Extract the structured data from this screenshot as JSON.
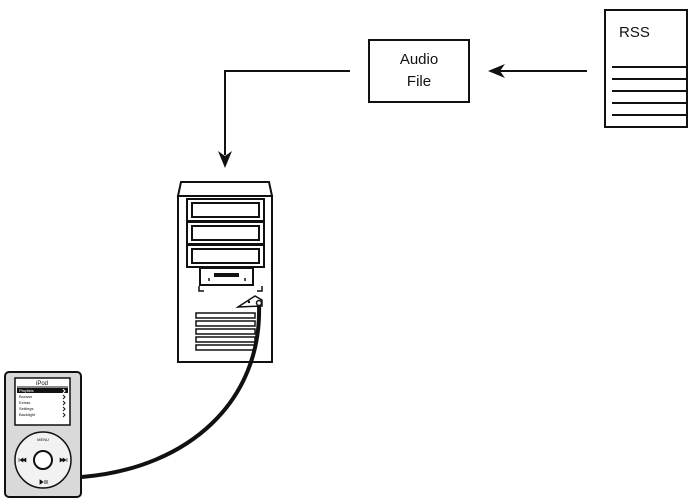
{
  "diagram": {
    "rss": {
      "label": "RSS"
    },
    "audio_file": {
      "line1": "Audio",
      "line2": "File"
    },
    "ipod": {
      "title": "iPod",
      "menu_items": [
        "Playlists",
        "Browse",
        "Extras",
        "Settings",
        "Backlight"
      ],
      "wheel_label": "MENU"
    }
  },
  "colors": {
    "stroke": "#111111",
    "ipod_body": "#d9d9d9",
    "highlight": "#111111"
  }
}
